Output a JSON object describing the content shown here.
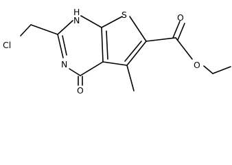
{
  "molecule": {
    "atoms": {
      "cl": "Cl",
      "nh": "H",
      "n1": "N",
      "n3": "N",
      "s": "S",
      "o_keto": "O",
      "o_carbonyl": "O",
      "o_ester": "O"
    }
  }
}
